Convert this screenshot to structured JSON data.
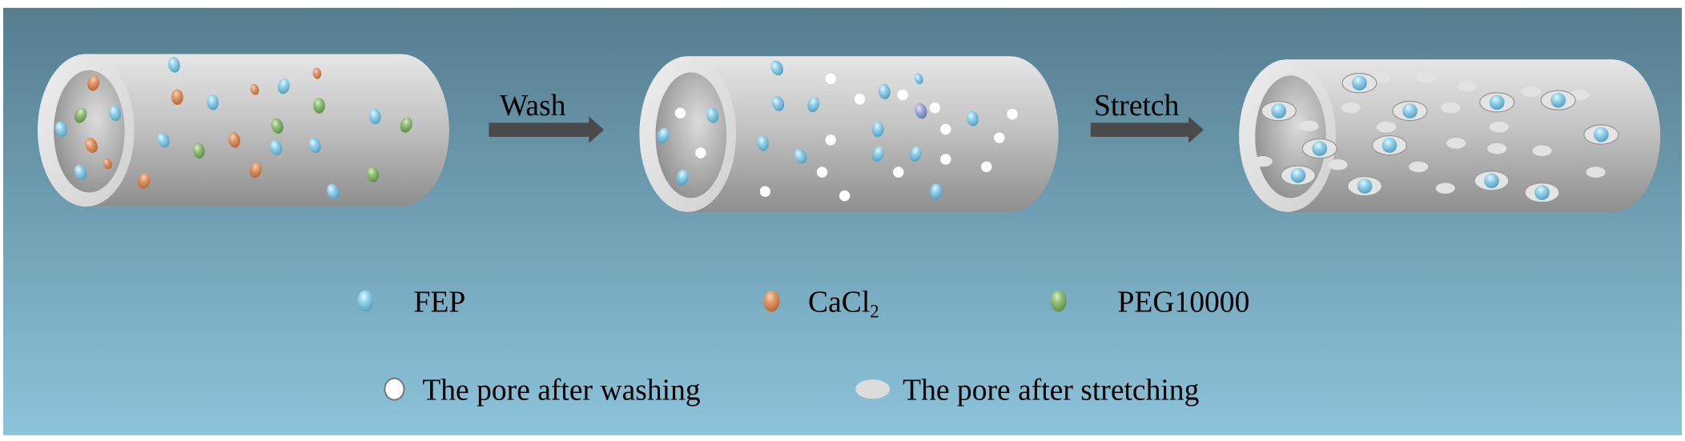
{
  "steps": {
    "wash_label": "Wash",
    "stretch_label": "Stretch"
  },
  "legend": {
    "fep": "FEP",
    "cacl2_main": "CaCl",
    "cacl2_sub": "2",
    "peg": "PEG10000",
    "pore_wash": "The pore after washing",
    "pore_stretch": "The pore after stretching"
  },
  "colors": {
    "fep": "#8fd0ea",
    "cacl2": "#e39a6a",
    "peg": "#8fbf78",
    "bg_top": "#557d8e",
    "bg_bottom": "#8cc4db",
    "arrow": "#4a4a4a"
  }
}
